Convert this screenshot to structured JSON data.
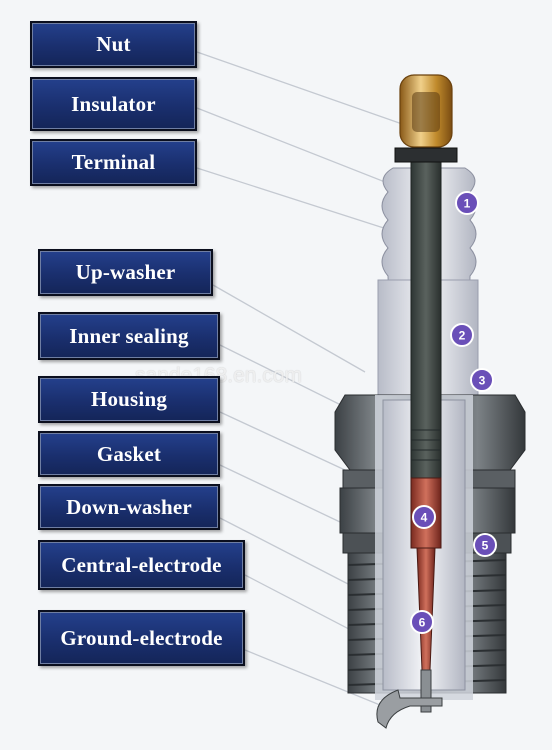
{
  "labels": [
    "Nut",
    "Insulator",
    "Terminal",
    "Up-washer",
    "Inner sealing",
    "Housing",
    "Gasket",
    "Down-washer",
    "Central-electrode",
    "Ground-electrode"
  ],
  "markers": [
    "1",
    "2",
    "3",
    "4",
    "5",
    "6"
  ],
  "watermark": "sande168.en.com",
  "colors": {
    "label_bg": "#1a2f6e",
    "marker": "#6a4fb8",
    "steel": "#5f6468",
    "nut": "#c99a3c",
    "electrode": "#b04a3c"
  }
}
